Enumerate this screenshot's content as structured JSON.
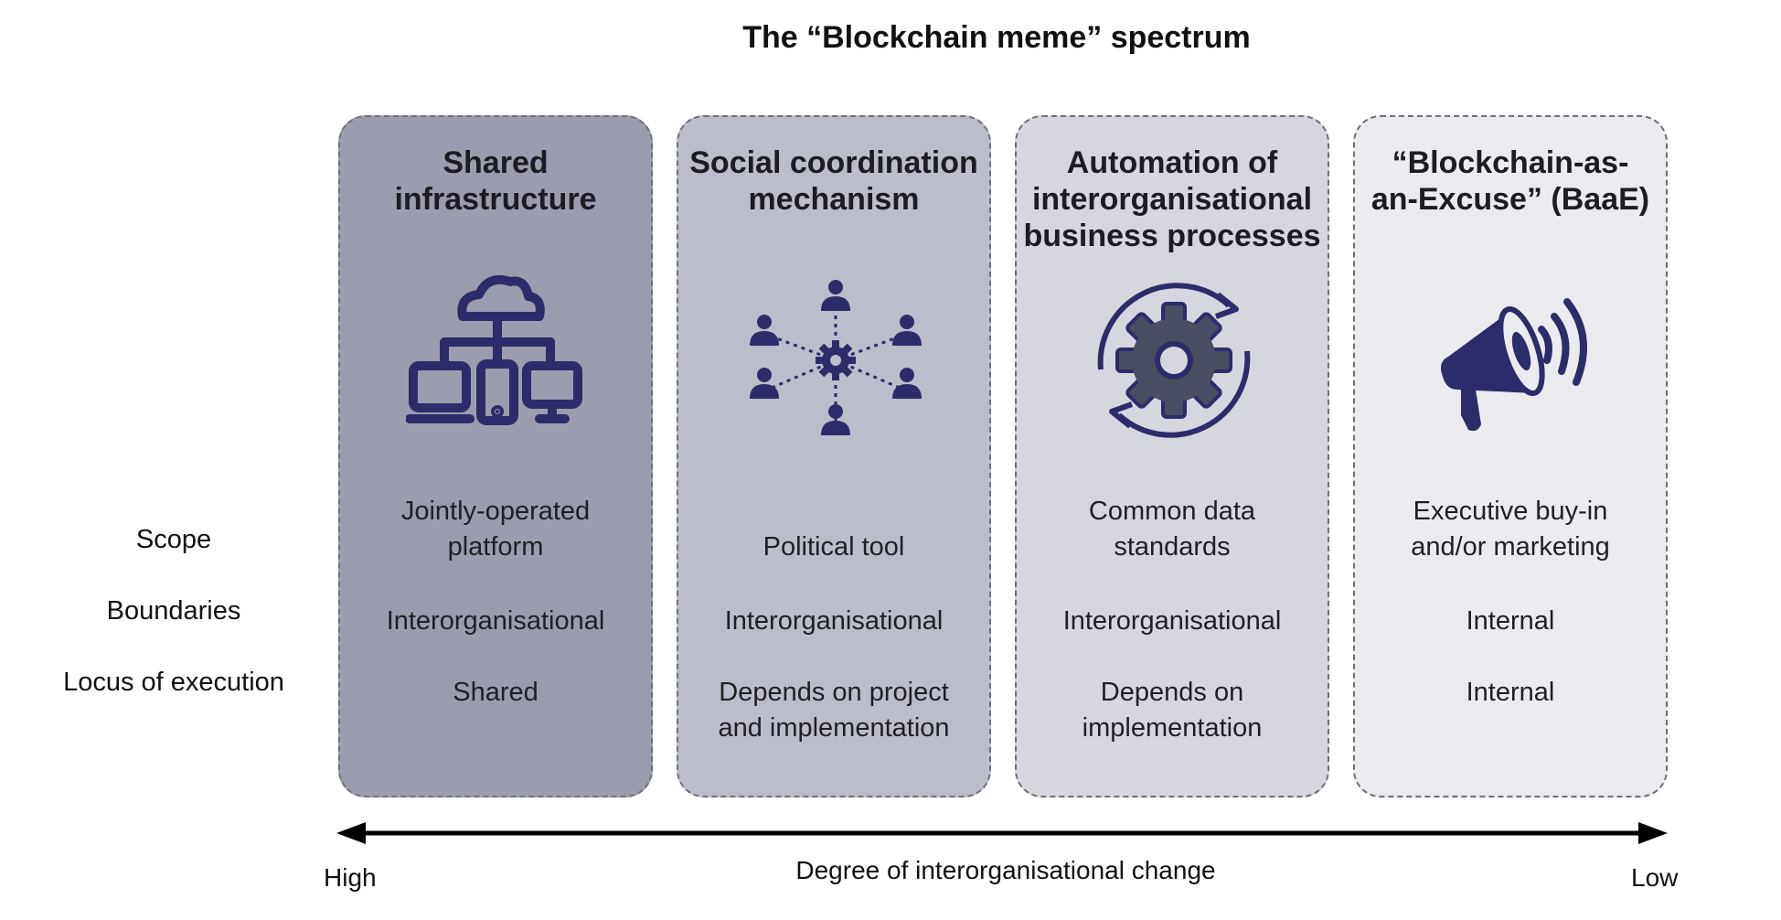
{
  "title": "The “Blockchain meme” spectrum",
  "row_labels": {
    "scope": "Scope",
    "boundaries": "Boundaries",
    "locus": "Locus of execution"
  },
  "cards": [
    {
      "title": "Shared\ninfrastructure",
      "icon": "cloud-network-devices-icon",
      "scope": "Jointly-operated\nplatform",
      "boundaries": "Interorganisational",
      "locus": "Shared",
      "color": "#9b9dae"
    },
    {
      "title": "Social coordination\nmechanism",
      "icon": "people-network-gear-icon",
      "scope": "Political tool",
      "boundaries": "Interorganisational",
      "locus": "Depends on project\nand implementation",
      "color": "#bcbdca"
    },
    {
      "title": "Automation of\ninterorganisational\nbusiness processes",
      "icon": "gear-cycle-icon",
      "scope": "Common data\nstandards",
      "boundaries": "Interorganisational",
      "locus": "Depends on\nimplementation",
      "color": "#d6d6de"
    },
    {
      "title": "“Blockchain-as-\nan-Excuse” (BaaE)",
      "icon": "megaphone-icon",
      "scope": "Executive buy-in\nand/or marketing",
      "boundaries": "Internal",
      "locus": "Internal",
      "color": "#ebebef"
    }
  ],
  "axis": {
    "label": "Degree of interorganisational change",
    "left_label": "High",
    "right_label": "Low"
  },
  "colors": {
    "icon": "#2d2c6b",
    "gear_fill": "#4a4e62",
    "axis": "#000000"
  }
}
